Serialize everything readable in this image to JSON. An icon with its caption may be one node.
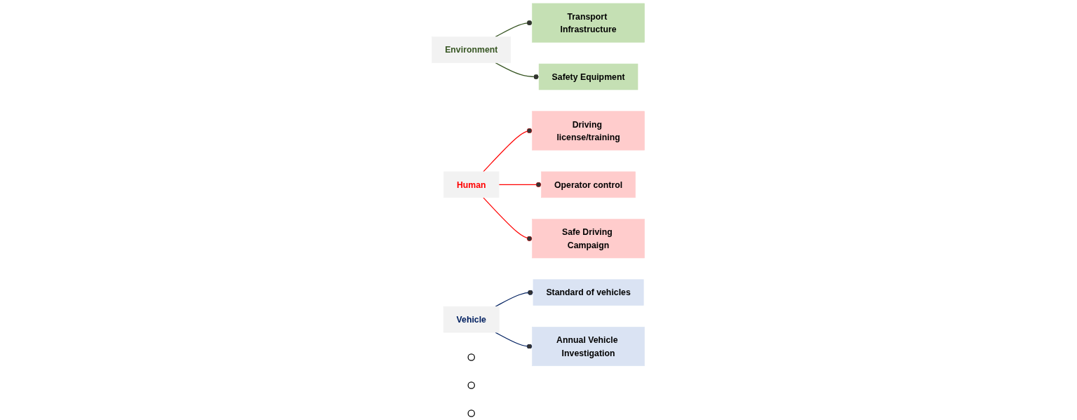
{
  "diagram": {
    "nodes": [
      {
        "text": [
          "Transport Infrastructure"
        ]
      },
      {
        "text": [
          "Driving license/training"
        ]
      },
      {
        "text": [
          "Environment"
        ]
      },
      {
        "text": [
          "Human"
        ]
      },
      {
        "text": [
          "Operator control"
        ]
      },
      {
        "text": [
          "Safety Equipment"
        ]
      },
      {
        "text": [
          "Safe Driving Campaign"
        ]
      },
      {
        "text": [
          "Vehicle"
        ]
      },
      {
        "text": [
          "Standard of vehicles"
        ]
      },
      {
        "text": [
          "Annual Vehicle Investigation"
        ]
      },
      {
        "text": [],
        "shape": "circle"
      },
      {
        "text": [],
        "shape": "circle"
      },
      {
        "text": [],
        "shape": "circle"
      }
    ],
    "edges": [
      {
        "from": 2,
        "to": 0,
        "arrow": "other",
        "color": "#375623"
      },
      {
        "from": 2,
        "to": 5,
        "arrow": "other",
        "color": "#375623"
      },
      {
        "from": 3,
        "to": 1,
        "arrow": "other",
        "color": "#ff0000"
      },
      {
        "from": 3,
        "to": 4,
        "arrow": "other",
        "color": "#ff0000"
      },
      {
        "from": 3,
        "to": 6,
        "arrow": "other",
        "color": "#ff0000"
      },
      {
        "from": 7,
        "to": 8,
        "arrow": "other",
        "color": "#002060"
      },
      {
        "from": 7,
        "to": 9,
        "arrow": "other",
        "color": "#002060"
      }
    ]
  }
}
